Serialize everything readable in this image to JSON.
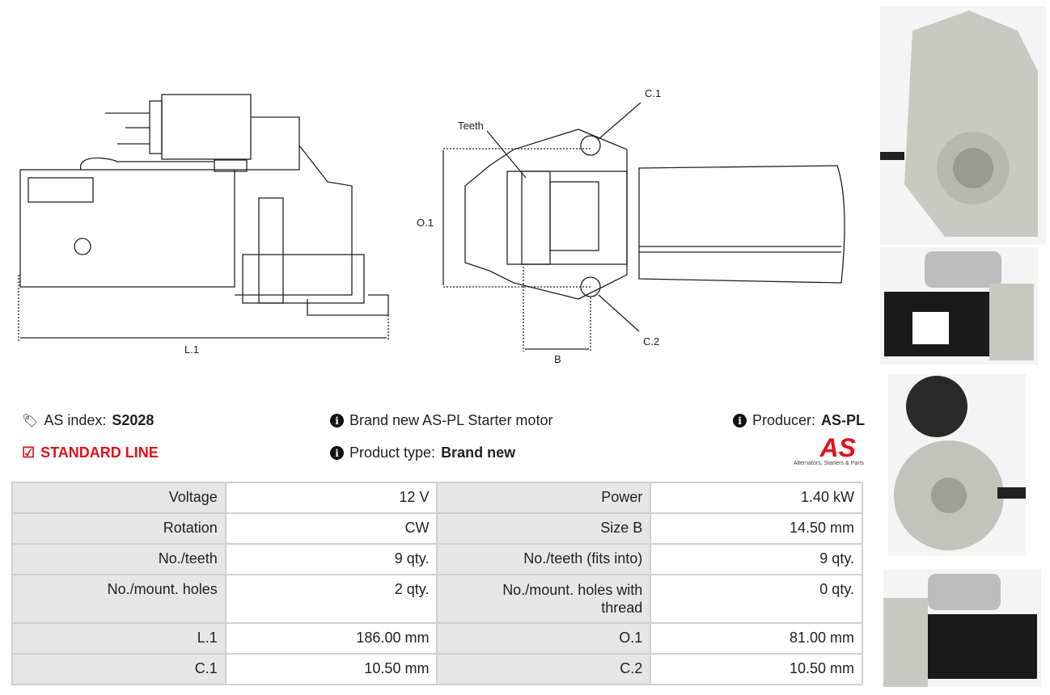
{
  "drawing": {
    "l1": "L.1",
    "o1": "O.1",
    "b": "B",
    "c1": "C.1",
    "c2": "C.2",
    "teeth": "Teeth"
  },
  "info": {
    "as_index_label": "AS index:",
    "as_index": "S2028",
    "line": "STANDARD LINE",
    "description": "Brand new AS-PL Starter motor",
    "product_type_label": "Product type:",
    "product_type": "Brand new",
    "producer_label": "Producer:",
    "producer": "AS-PL"
  },
  "logo": {
    "text": "AS",
    "tagline": "Alternators, Starters & Parts"
  },
  "colors": {
    "accent": "#e3101b"
  },
  "specs": [
    [
      "Voltage",
      "12 V",
      "Power",
      "1.40 kW"
    ],
    [
      "Rotation",
      "CW",
      "Size B",
      "14.50 mm"
    ],
    [
      "No./teeth",
      "9 qty.",
      "No./teeth (fits into)",
      "9 qty."
    ],
    [
      "No./mount. holes",
      "2 qty.",
      "No./mount. holes with thread",
      "0 qty."
    ],
    [
      "L.1",
      "186.00 mm",
      "O.1",
      "81.00 mm"
    ],
    [
      "C.1",
      "10.50 mm",
      "C.2",
      "10.50 mm"
    ]
  ]
}
